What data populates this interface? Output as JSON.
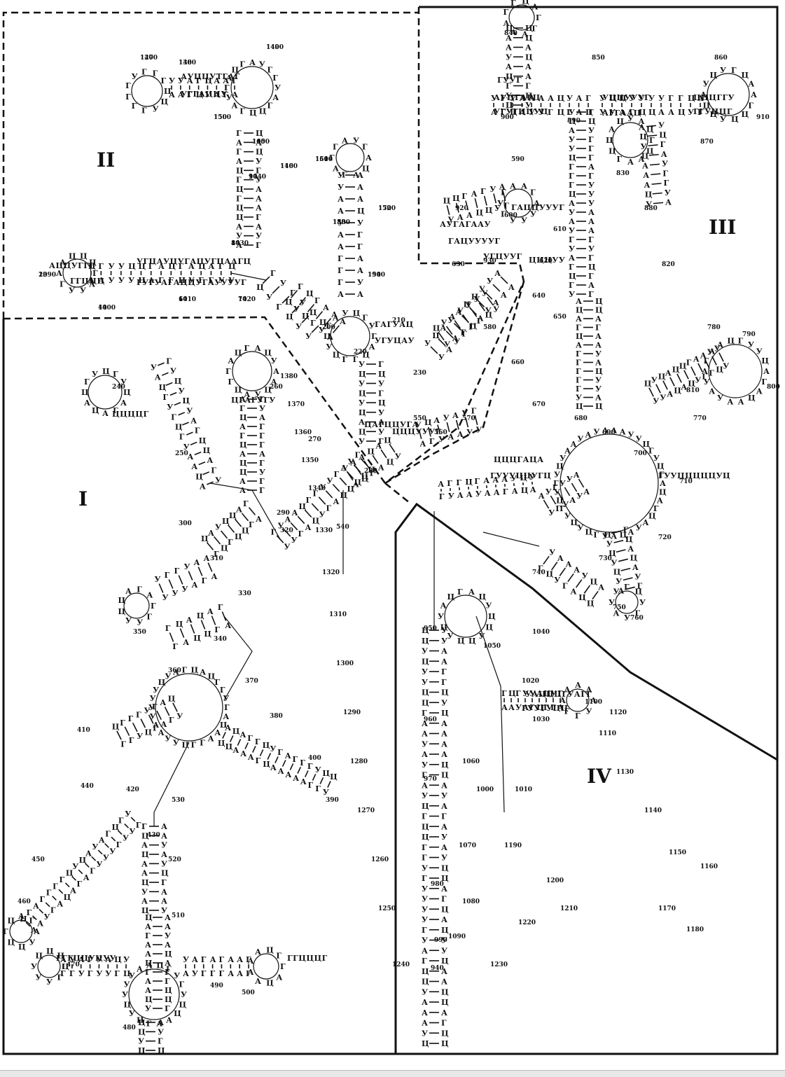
{
  "figure": {
    "domains": [
      {
        "id": "I",
        "label": "I"
      },
      {
        "id": "II",
        "label": "II"
      },
      {
        "id": "III",
        "label": "III"
      },
      {
        "id": "IV",
        "label": "IV"
      }
    ],
    "position_numbers": [
      "20",
      "40",
      "60",
      "70",
      "80",
      "90",
      "100",
      "110",
      "120",
      "130",
      "140",
      "150",
      "160",
      "170",
      "180",
      "190",
      "200",
      "210",
      "220",
      "230",
      "240",
      "250",
      "260",
      "270",
      "280",
      "290",
      "300",
      "310",
      "320",
      "330",
      "340",
      "350",
      "360",
      "370",
      "380",
      "390",
      "400",
      "410",
      "420",
      "430",
      "440",
      "450",
      "460",
      "470",
      "480",
      "490",
      "500",
      "510",
      "520",
      "530",
      "540",
      "550",
      "560",
      "570",
      "580",
      "590",
      "600",
      "610",
      "620",
      "630",
      "640",
      "650",
      "660",
      "670",
      "680",
      "690",
      "700",
      "710",
      "720",
      "730",
      "740",
      "750",
      "760",
      "770",
      "780",
      "790",
      "800",
      "810",
      "820",
      "830",
      "840",
      "850",
      "860",
      "870",
      "880",
      "890",
      "900",
      "910",
      "920",
      "930",
      "940",
      "950",
      "960",
      "970",
      "980",
      "990",
      "1000",
      "1010",
      "1020",
      "1030",
      "1040",
      "1050",
      "1060",
      "1070",
      "1080",
      "1090",
      "1100",
      "1110",
      "1120",
      "1130",
      "1140",
      "1150",
      "1160",
      "1170",
      "1180",
      "1190",
      "1200",
      "1210",
      "1220",
      "1230",
      "1240",
      "1250",
      "1260",
      "1270",
      "1280",
      "1290",
      "1300",
      "1310",
      "1320",
      "1330",
      "1340",
      "1350",
      "1360",
      "1370",
      "1380",
      "1390",
      "1400",
      "1410",
      "1420",
      "1430",
      "1440",
      "1450",
      "1460",
      "1470",
      "1480",
      "1490",
      "1500",
      "1510",
      "1520",
      "1530",
      "1540"
    ],
    "sequence_fragments": [
      "АЦЦУГГГ",
      "ГГЦЦЦ",
      "УГЦАУЦУГАЦУГЦААГЦ",
      "ГУГУАГАЦЦУГАУУУУГ",
      "АУЦЦУТГАГ",
      "УГГАЦЦУ",
      "АУГАГААУ",
      "ГАЦУУУУГ",
      "УГЦУУГ",
      "ГАЦЦУУУГ",
      "ЦЦЦУУ",
      "АУЦГАГЦ",
      "УГУГЦЦУЦ",
      "ГУУГ",
      "УЦЦУУУГ",
      "АГГААЦ",
      "ЦЦЦГГУ",
      "ГГУЦЦГ",
      "ГУУЦЦЦЦЦУЦ",
      "ГАГУАЦ",
      "УГУЦАУ",
      "ЦАГЦЦУГА",
      "ЦЦЦУУУГ",
      "ЦЦЦГАЦА",
      "ГУУУЦЦУГЦ",
      "ЦЦЦЦГ",
      "ГГГЦЦУЦУУ",
      "УАЦЦЦГУАГГ",
      "ГУУГУЦЦ",
      "ЦГАГУГУ",
      "ГГЦЦЦГ"
    ]
  }
}
